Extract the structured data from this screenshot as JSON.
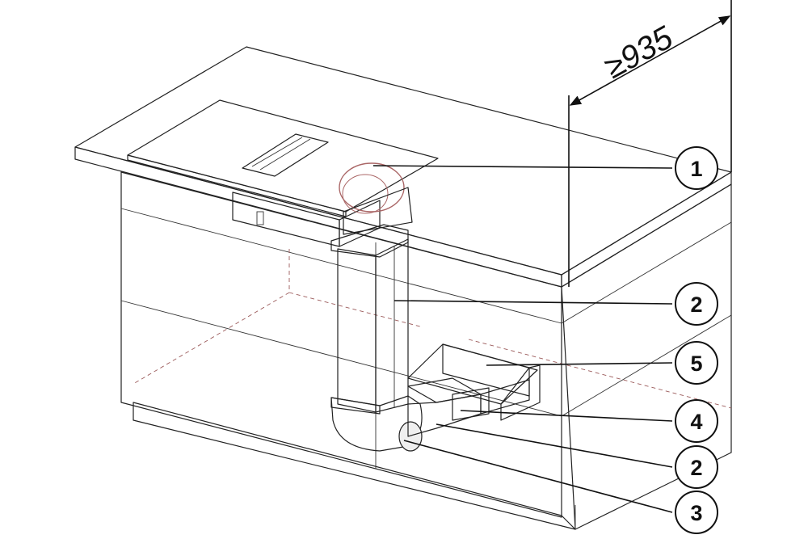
{
  "dimension": {
    "prefix": "≥",
    "value": "935"
  },
  "callouts": [
    {
      "id": "c1",
      "label": "1"
    },
    {
      "id": "c2a",
      "label": "2"
    },
    {
      "id": "c5",
      "label": "5"
    },
    {
      "id": "c4",
      "label": "4"
    },
    {
      "id": "c2b",
      "label": "2"
    },
    {
      "id": "c3",
      "label": "3"
    }
  ],
  "colors": {
    "line": "#222222",
    "hidden_line": "#9b5a5a",
    "hob_fill": "#b9b9b9",
    "duct_fill": "#e3e3e3",
    "box_fill": "#c2c2c2"
  }
}
